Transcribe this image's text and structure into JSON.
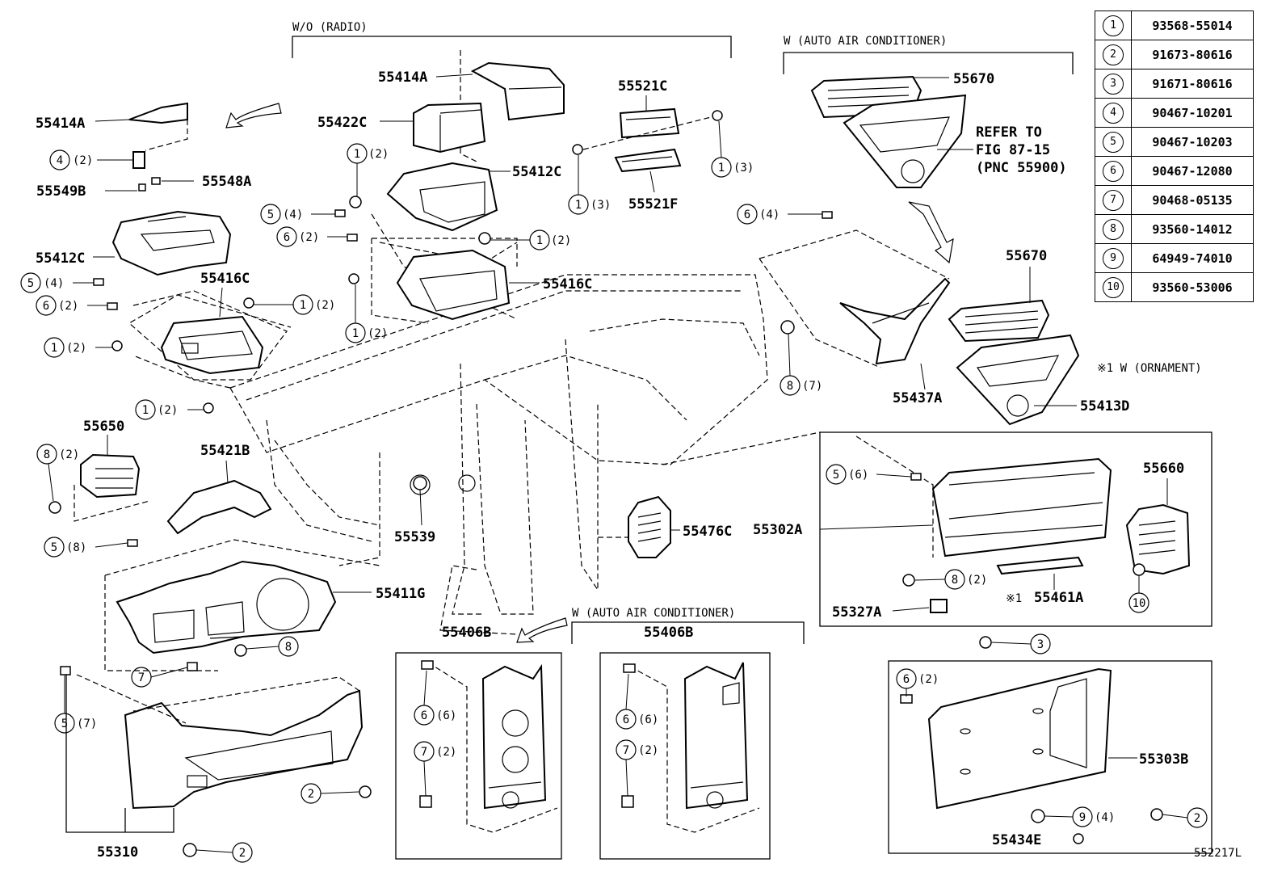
{
  "notes": {
    "wo_radio": "W/O (RADIO)",
    "w_auto_ac_top": "W (AUTO AIR CONDITIONER)",
    "w_auto_ac_bottom": "W (AUTO AIR CONDITIONER)",
    "refer_line1": "REFER TO",
    "refer_line2": "FIG 87-15",
    "refer_line3": "(PNC 55900)",
    "ornament": "※1 W (ORNAMENT)",
    "ornament_mark": "※1",
    "figure_id": "552217L"
  },
  "parts": {
    "p55414A_top": "55414A",
    "p55414A_left": "55414A",
    "p55422C": "55422C",
    "p55521C": "55521C",
    "p55521F": "55521F",
    "p55412C_center": "55412C",
    "p55412C_left": "55412C",
    "p55548A": "55548A",
    "p55549B": "55549B",
    "p55416C_left": "55416C",
    "p55416C_center": "55416C",
    "p55670_top": "55670",
    "p55670_right": "55670",
    "p55437A": "55437A",
    "p55413D": "55413D",
    "p55650": "55650",
    "p55421B": "55421B",
    "p55539": "55539",
    "p55476C": "55476C",
    "p55411G": "55411G",
    "p55302A": "55302A",
    "p55660": "55660",
    "p55461A": "55461A",
    "p55327A": "55327A",
    "p55406B_left": "55406B",
    "p55406B_right": "55406B",
    "p55310": "55310",
    "p55303B": "55303B",
    "p55434E": "55434E"
  },
  "callouts": [
    {
      "num": "4",
      "qty": "(2)"
    },
    {
      "num": "1",
      "qty": "(2)"
    },
    {
      "num": "5",
      "qty": "(4)"
    },
    {
      "num": "6",
      "qty": "(2)"
    },
    {
      "num": "1",
      "qty": "(2)"
    },
    {
      "num": "1",
      "qty": "(2)"
    },
    {
      "num": "1",
      "qty": "(3)"
    },
    {
      "num": "1",
      "qty": "(3)"
    },
    {
      "num": "5",
      "qty": "(4)"
    },
    {
      "num": "6",
      "qty": "(2)"
    },
    {
      "num": "1",
      "qty": "(2)"
    },
    {
      "num": "1",
      "qty": "(2)"
    },
    {
      "num": "1",
      "qty": "(2)"
    },
    {
      "num": "6",
      "qty": "(4)"
    },
    {
      "num": "8",
      "qty": "(7)"
    },
    {
      "num": "8",
      "qty": "(2)"
    },
    {
      "num": "5",
      "qty": "(8)"
    },
    {
      "num": "8",
      "qty": ""
    },
    {
      "num": "7",
      "qty": ""
    },
    {
      "num": "5",
      "qty": "(7)"
    },
    {
      "num": "2",
      "qty": ""
    },
    {
      "num": "2",
      "qty": ""
    },
    {
      "num": "6",
      "qty": "(6)"
    },
    {
      "num": "7",
      "qty": "(2)"
    },
    {
      "num": "6",
      "qty": "(6)"
    },
    {
      "num": "7",
      "qty": "(2)"
    },
    {
      "num": "5",
      "qty": "(6)"
    },
    {
      "num": "8",
      "qty": "(2)"
    },
    {
      "num": "10",
      "qty": ""
    },
    {
      "num": "3",
      "qty": ""
    },
    {
      "num": "6",
      "qty": "(2)"
    },
    {
      "num": "9",
      "qty": "(4)"
    },
    {
      "num": "2",
      "qty": ""
    }
  ],
  "reference_table": [
    {
      "num": "1",
      "part": "93568-55014"
    },
    {
      "num": "2",
      "part": "91673-80616"
    },
    {
      "num": "3",
      "part": "91671-80616"
    },
    {
      "num": "4",
      "part": "90467-10201"
    },
    {
      "num": "5",
      "part": "90467-10203"
    },
    {
      "num": "6",
      "part": "90467-12080"
    },
    {
      "num": "7",
      "part": "90468-05135"
    },
    {
      "num": "8",
      "part": "93560-14012"
    },
    {
      "num": "9",
      "part": "64949-74010"
    },
    {
      "num": "10",
      "part": "93560-53006"
    }
  ]
}
